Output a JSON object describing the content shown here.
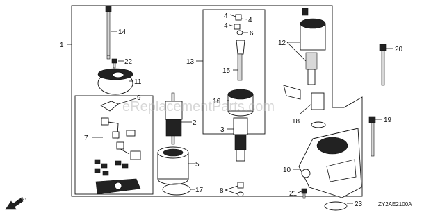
{
  "diagram": {
    "watermark": "eReplacementParts.com",
    "diagram_code": "ZY2AE2100A",
    "direction_label": "FR.",
    "callouts": {
      "c1": "1",
      "c2": "2",
      "c3": "3",
      "c4a": "4",
      "c4b": "4",
      "c4c": "4",
      "c5": "5",
      "c6": "6",
      "c7": "7",
      "c8": "8",
      "c9": "9",
      "c10": "10",
      "c11": "11",
      "c12": "12",
      "c13": "13",
      "c14": "14",
      "c15": "15",
      "c16": "16",
      "c17": "17",
      "c18": "18",
      "c19": "19",
      "c20": "20",
      "c21": "21",
      "c22": "22",
      "c23": "23"
    }
  }
}
